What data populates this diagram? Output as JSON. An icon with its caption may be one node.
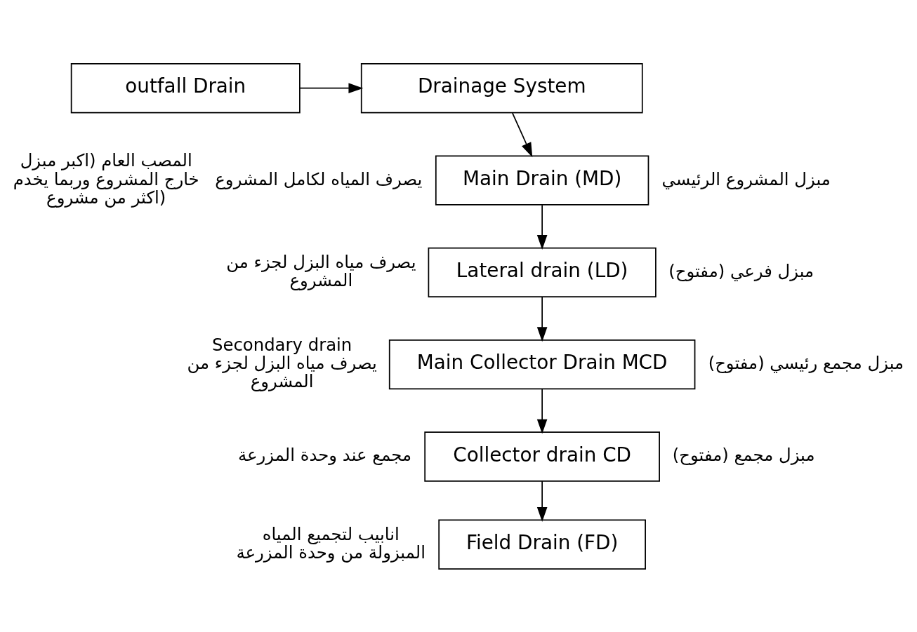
{
  "diagram": {
    "nodes": [
      {
        "text": [
          "outfall Drain"
        ],
        "beside": [
          "المصب العام (اكبر مبزل خارج المشروع وربما يخدم اكثر من مشروع)"
        ]
      },
      {
        "text": [
          "Drainage System"
        ]
      },
      {
        "text": [
          "Main Drain (MD)"
        ],
        "beside": [
          "يصرف المياه لكامل المشروع",
          "مبزل المشروع الرئيسي"
        ]
      },
      {
        "text": [
          "Lateral drain (LD)"
        ],
        "beside": [
          "يصرف مياه البزل لجزء من المشروع",
          "مبزل فرعي (مفتوح)"
        ]
      },
      {
        "text": [
          "Main Collector Drain MCD"
        ],
        "beside": [
          "Secondary drain",
          "يصرف مياه البزل لجزء من المشروع",
          "مبزل مجمع رئيسي (مفتوح)"
        ]
      },
      {
        "text": [
          "Collector drain CD"
        ],
        "beside": [
          "مجمع عند وحدة المزرعة",
          "مبزل مجمع (مفتوح)"
        ]
      },
      {
        "text": [
          "Field Drain (FD)"
        ],
        "beside": [
          "انابيب لتجميع المياه المبزولة من وحدة المزرعة"
        ]
      }
    ],
    "edges": [
      {
        "from": 0,
        "to": 1,
        "arrow": "to"
      },
      {
        "from": 1,
        "to": 2,
        "arrow": "to"
      },
      {
        "from": 2,
        "to": 3,
        "arrow": "to"
      },
      {
        "from": 3,
        "to": 4,
        "arrow": "to"
      },
      {
        "from": 4,
        "to": 5,
        "arrow": "to"
      },
      {
        "from": 5,
        "to": 6,
        "arrow": "to"
      }
    ]
  }
}
